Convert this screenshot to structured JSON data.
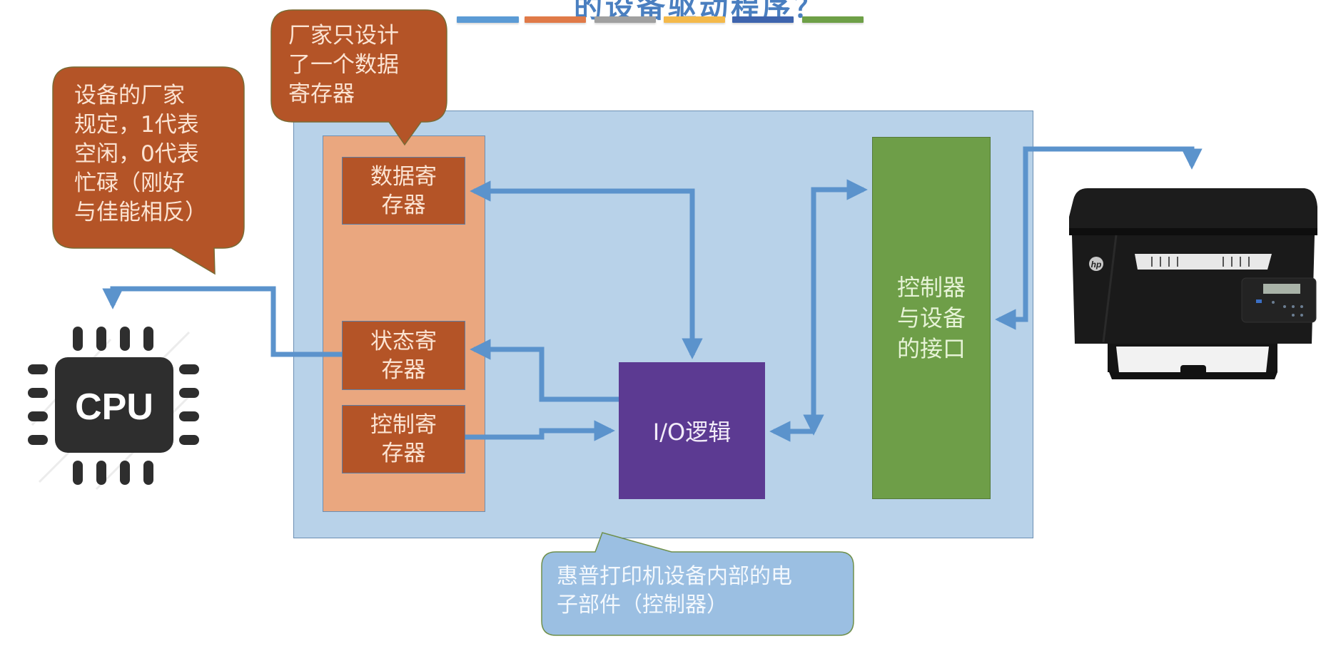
{
  "slide": {
    "title": "的设备驱动程序？",
    "title_bar_colors": [
      "#5b9bd5",
      "#e07a48",
      "#a0a0a0",
      "#f4b94a",
      "#3e64ad",
      "#6ea047"
    ]
  },
  "controller": {
    "registers": [
      {
        "id": "data",
        "label": "数据寄\n存器"
      },
      {
        "id": "status",
        "label": "状态寄\n存器"
      },
      {
        "id": "control",
        "label": "控制寄\n存器"
      }
    ],
    "io_logic_label": "I/O逻辑",
    "device_interface_label": "控制器\n与设备\n的接口"
  },
  "devices": {
    "cpu_label": "CPU",
    "printer_brand": "hp"
  },
  "callouts": {
    "status_note": "设备的厂家\n规定，1代表\n空闲，0代表\n忙碌（刚好\n与佳能相反）",
    "data_register_note": "厂家只设计\n了一个数据\n寄存器",
    "controller_note": "惠普打印机设备内部的电\n子部件（控制器）"
  },
  "colors": {
    "outer_box": "#b8d2e9",
    "register_column": "#eaa77f",
    "register": "#b45427",
    "io_logic": "#5c3a92",
    "device_interface": "#6e9e48",
    "arrow": "#5b93cc",
    "callout_brown": "#b45427",
    "callout_blue": "#9bbfe2"
  }
}
